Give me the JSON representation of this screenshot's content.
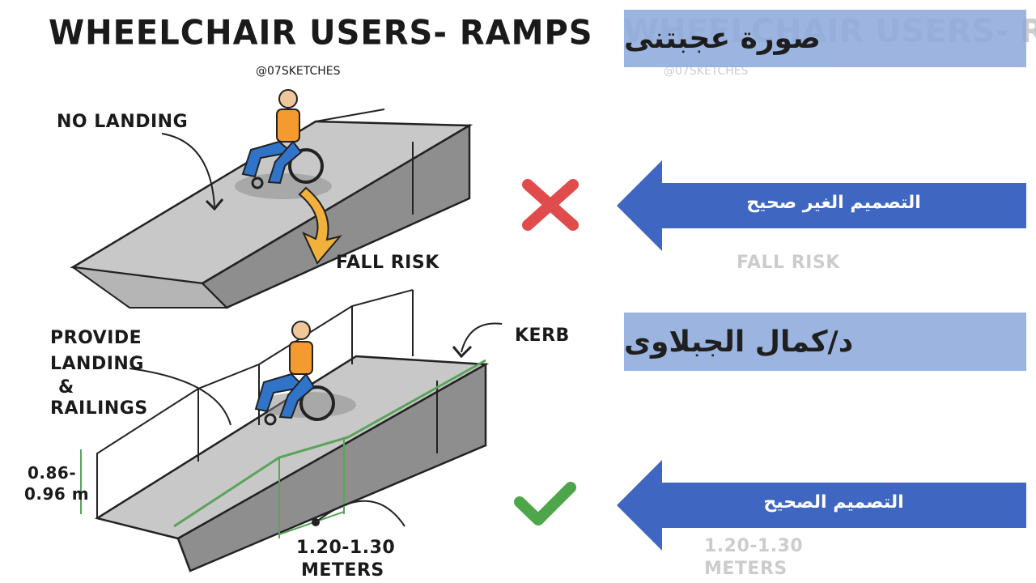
{
  "sketch": {
    "title": "WHEELCHAIR USERS- RAMPS",
    "handle": "@07SKETCHES",
    "top_panel": {
      "label_no_landing": "NO LANDING",
      "label_fall_risk": "FALL RISK"
    },
    "bottom_panel": {
      "label_provide_line1": "PROVIDE",
      "label_provide_line2": "LANDING",
      "label_provide_line3": "&",
      "label_provide_line4": "RAILINGS",
      "label_kerb": "KERB",
      "label_height_line1": "0.86-",
      "label_height_line2": "0.96 m",
      "label_width_line1": "1.20-1.30",
      "label_width_line2": "METERS"
    }
  },
  "overlay": {
    "banner_top": "صورة عجبتنى",
    "banner_middle": "د/كمال الجبلاوى",
    "arrow_wrong": "التصميم الغير صحيح",
    "arrow_right": "التصميم الصحيح",
    "banner_color": "#8faadc",
    "arrow_color": "#3f66c0",
    "cross_color": "#e04b4b",
    "check_color": "#4ea64a"
  }
}
